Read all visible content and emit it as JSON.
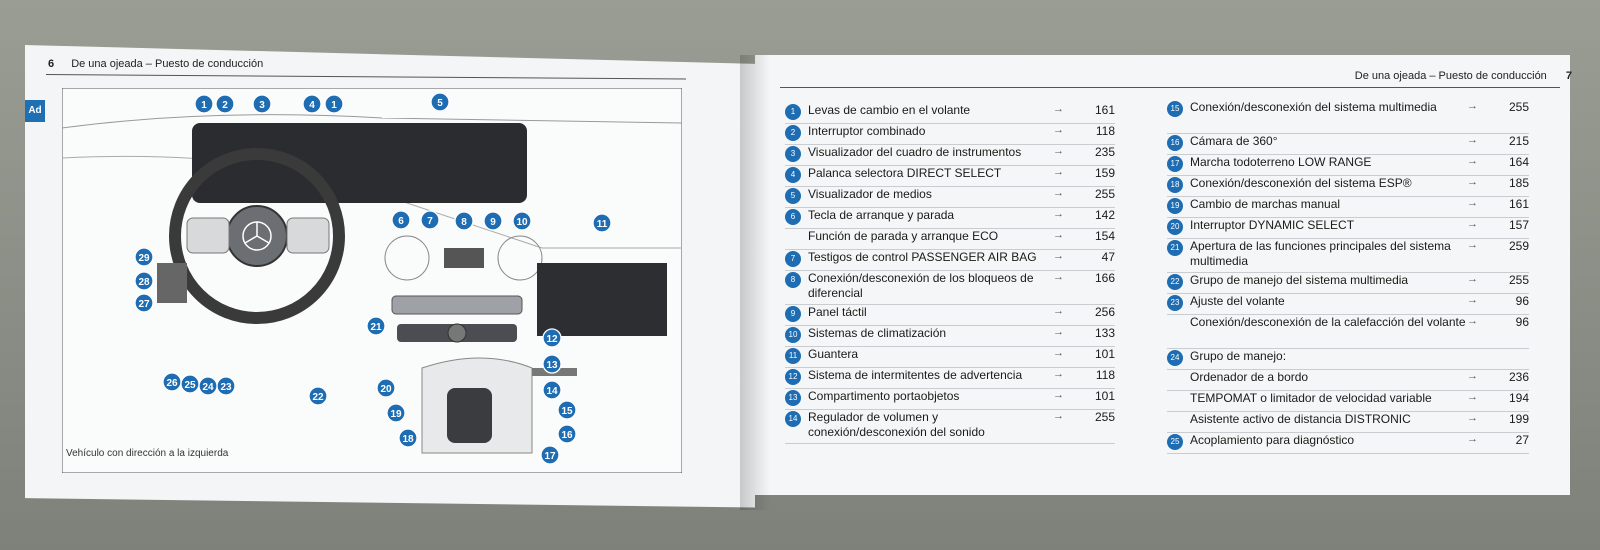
{
  "left_page": {
    "page_number": "6",
    "header": "De una ojeada – Puesto de conducción",
    "caption": "Vehículo con dirección a la izquierda",
    "side_tab": "Ad"
  },
  "right_page": {
    "page_number": "7",
    "header": "De una ojeada – Puesto de conducción"
  },
  "figure_callouts": [
    "1",
    "2",
    "3",
    "4",
    "1",
    "5",
    "6",
    "7",
    "8",
    "9",
    "10",
    "11",
    "12",
    "13",
    "14",
    "15",
    "16",
    "17",
    "18",
    "19",
    "20",
    "21",
    "22",
    "23",
    "24",
    "25",
    "26",
    "27",
    "28",
    "29"
  ],
  "items_left": [
    {
      "n": "1",
      "label": "Levas de cambio en el volante",
      "arrow": "→",
      "page": "161"
    },
    {
      "n": "2",
      "label": "Interruptor combinado",
      "arrow": "→",
      "page": "118"
    },
    {
      "n": "3",
      "label": "Visualizador del cuadro de instrumentos",
      "arrow": "→",
      "page": "235"
    },
    {
      "n": "4",
      "label": "Palanca selectora DIRECT SELECT",
      "arrow": "→",
      "page": "159"
    },
    {
      "n": "5",
      "label": "Visualizador de medios",
      "arrow": "→",
      "page": "255"
    },
    {
      "n": "6",
      "label": "Tecla de arranque y parada",
      "arrow": "→",
      "page": "142"
    },
    {
      "n": "",
      "label": "Función de parada y arranque ECO",
      "arrow": "→",
      "page": "154"
    },
    {
      "n": "7",
      "label": "Testigos de control PASSENGER AIR BAG",
      "arrow": "→",
      "page": "47"
    },
    {
      "n": "8",
      "label": "Conexión/desconexión de los bloqueos de diferencial",
      "arrow": "→",
      "page": "166"
    },
    {
      "n": "9",
      "label": "Panel táctil",
      "arrow": "→",
      "page": "256"
    },
    {
      "n": "10",
      "label": "Sistemas de climatización",
      "arrow": "→",
      "page": "133"
    },
    {
      "n": "11",
      "label": "Guantera",
      "arrow": "→",
      "page": "101"
    },
    {
      "n": "12",
      "label": "Sistema de intermitentes de advertencia",
      "arrow": "→",
      "page": "118"
    },
    {
      "n": "13",
      "label": "Compartimento portaobjetos",
      "arrow": "→",
      "page": "101"
    },
    {
      "n": "14",
      "label": "Regulador de volumen y conexión/desconexión del sonido",
      "arrow": "→",
      "page": "255"
    }
  ],
  "items_right": [
    {
      "n": "15",
      "label": "Conexión/desconexión del sistema multimedia",
      "arrow": "→",
      "page": "255"
    },
    {
      "n": "16",
      "label": "Cámara de 360°",
      "arrow": "→",
      "page": "215"
    },
    {
      "n": "17",
      "label": "Marcha todoterreno LOW RANGE",
      "arrow": "→",
      "page": "164"
    },
    {
      "n": "18",
      "label": "Conexión/desconexión del sistema ESP®",
      "arrow": "→",
      "page": "185"
    },
    {
      "n": "19",
      "label": "Cambio de marchas manual",
      "arrow": "→",
      "page": "161"
    },
    {
      "n": "20",
      "label": "Interruptor DYNAMIC SELECT",
      "arrow": "→",
      "page": "157"
    },
    {
      "n": "21",
      "label": "Apertura de las funciones principales del sistema multimedia",
      "arrow": "→",
      "page": "259"
    },
    {
      "n": "22",
      "label": "Grupo de manejo del sistema multimedia",
      "arrow": "→",
      "page": "255"
    },
    {
      "n": "23",
      "label": "Ajuste del volante",
      "arrow": "→",
      "page": "96"
    },
    {
      "n": "",
      "label": "Conexión/desconexión de la calefacción del volante",
      "arrow": "→",
      "page": "96"
    },
    {
      "n": "24",
      "label": "Grupo de manejo:",
      "arrow": "",
      "page": ""
    },
    {
      "n": "",
      "label": "Ordenador de a bordo",
      "arrow": "→",
      "page": "236"
    },
    {
      "n": "",
      "label": "TEMPOMAT o limitador de velocidad variable",
      "arrow": "→",
      "page": "194"
    },
    {
      "n": "",
      "label": "Asistente activo de distancia DISTRONIC",
      "arrow": "→",
      "page": "199"
    },
    {
      "n": "25",
      "label": "Acoplamiento para diagnóstico",
      "arrow": "→",
      "page": "27"
    }
  ]
}
